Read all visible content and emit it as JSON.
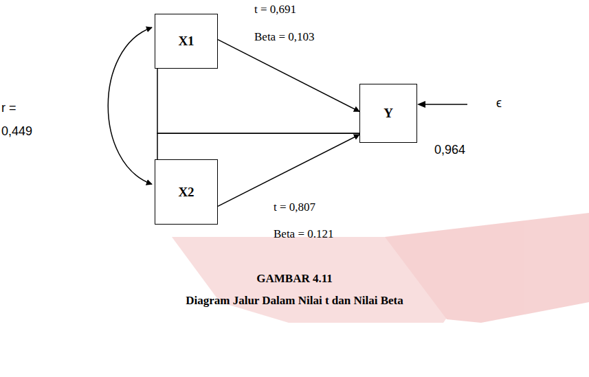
{
  "diagram": {
    "title": "GAMBAR 4.11",
    "caption": "Diagram Jalur Dalam Nilai t dan Nilai Beta",
    "nodes": [
      {
        "text": [
          "X1"
        ]
      },
      {
        "text": [
          "X2"
        ]
      },
      {
        "text": [
          "Y"
        ]
      }
    ],
    "edges": [
      {
        "from": 0,
        "to": 1,
        "arrow": "both",
        "label": "r = 0,449"
      },
      {
        "from": 0,
        "to": 2,
        "arrow": "to"
      },
      {
        "from": 1,
        "to": 2,
        "arrow": "to"
      },
      {
        "from": 0,
        "to": 2,
        "arrow": "none"
      },
      {
        "from": 1,
        "to": 2,
        "arrow": "none"
      }
    ],
    "labels": [
      "t = 0,691",
      "Beta = 0,103",
      "t = 0,807",
      "Beta = 0.121",
      "ϵ",
      "0,964"
    ]
  }
}
